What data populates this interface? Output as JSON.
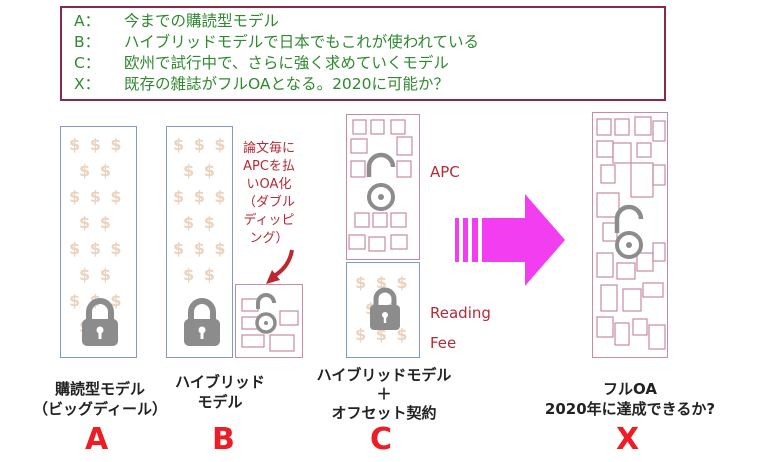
{
  "legend": [
    {
      "key": "A：",
      "text": "今までの購読型モデル"
    },
    {
      "key": "B：",
      "text": "ハイブリッドモデルで日本でもこれが使われている"
    },
    {
      "key": "C：",
      "text": "欧州で試行中で、さらに強く求めていくモデル"
    },
    {
      "key": "X：",
      "text": "既存の雑誌がフルOAとなる。2020に可能か？"
    }
  ],
  "dollar_symbol": "$ $ $",
  "dollar_symbol_two": "$ $",
  "col_b_note": [
    "論文毎に",
    "APCを払",
    "いOA化",
    "（ダブル",
    "ディッピ",
    "ング）"
  ],
  "apc_label": "APC",
  "reading_fee_label": [
    "Reading",
    "Fee"
  ],
  "caption_a": [
    "購読型モデル",
    "（ビッグディール）"
  ],
  "caption_b": [
    "ハイブリッド",
    "モデル"
  ],
  "caption_c": [
    "ハイブリッドモデル",
    "＋",
    "オフセット契約"
  ],
  "caption_x": [
    "フルOA",
    "2020年に達成できるか?"
  ],
  "letters": {
    "a": "A",
    "b": "B",
    "c": "C",
    "x": "X"
  },
  "colors": {
    "legend_text": "#2f8a2f",
    "letter": "#ee1c25",
    "note": "#b52a36",
    "arrow": "#f23ef0",
    "dollar": "#ecd3be",
    "lock": "#8c8c8c"
  }
}
